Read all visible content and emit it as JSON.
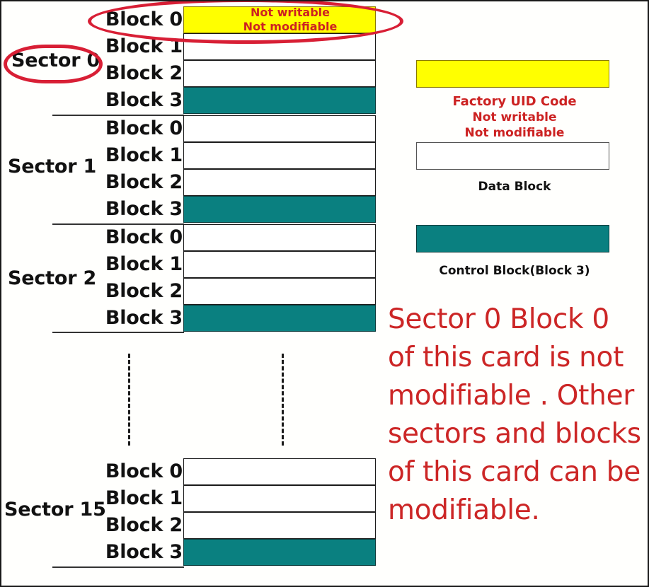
{
  "diagram": {
    "title": "MIFARE Classic card sector/block memory map",
    "colors": {
      "teal": "#0a8080",
      "yellow": "#ffff00",
      "annotation_red": "#cc2626",
      "ellipse_red": "#d81f35",
      "text_black": "#111111"
    },
    "sectors": [
      {
        "label": "Sector 0",
        "blocks": [
          {
            "label": "Block 0",
            "kind": "uid",
            "notes": [
              "Not writable",
              "Not modifiable"
            ]
          },
          {
            "label": "Block 1",
            "kind": "data",
            "notes": []
          },
          {
            "label": "Block 2",
            "kind": "data",
            "notes": []
          },
          {
            "label": "Block 3",
            "kind": "control",
            "notes": []
          }
        ]
      },
      {
        "label": "Sector 1",
        "blocks": [
          {
            "label": "Block 0",
            "kind": "data",
            "notes": []
          },
          {
            "label": "Block 1",
            "kind": "data",
            "notes": []
          },
          {
            "label": "Block 2",
            "kind": "data",
            "notes": []
          },
          {
            "label": "Block 3",
            "kind": "control",
            "notes": []
          }
        ]
      },
      {
        "label": "Sector 2",
        "blocks": [
          {
            "label": "Block 0",
            "kind": "data",
            "notes": []
          },
          {
            "label": "Block 1",
            "kind": "data",
            "notes": []
          },
          {
            "label": "Block 2",
            "kind": "data",
            "notes": []
          },
          {
            "label": "Block 3",
            "kind": "control",
            "notes": []
          }
        ]
      },
      {
        "label": "Sector 15",
        "blocks": [
          {
            "label": "Block 0",
            "kind": "data",
            "notes": []
          },
          {
            "label": "Block 1",
            "kind": "data",
            "notes": []
          },
          {
            "label": "Block 2",
            "kind": "data",
            "notes": []
          },
          {
            "label": "Block 3",
            "kind": "control",
            "notes": []
          }
        ]
      }
    ],
    "ellipse_annotations": [
      {
        "name": "block0-highlight",
        "target": "Sector 0 / Block 0 row"
      },
      {
        "name": "sector0-highlight",
        "target": "Sector 0 label"
      }
    ],
    "legend": [
      {
        "swatch": "yellow",
        "caption_lines": [
          "Factory UID Code",
          "Not writable",
          "Not modifiable"
        ],
        "caption_color": "red"
      },
      {
        "swatch": "white",
        "caption_lines": [
          "Data Block"
        ],
        "caption_color": "black"
      },
      {
        "swatch": "teal",
        "caption_lines": [
          "Control Block(Block 3)"
        ],
        "caption_color": "black"
      }
    ],
    "callout": "Sector 0 Block 0 of this card is not modifiable . Other sectors and blocks of this card can be modifiable."
  }
}
